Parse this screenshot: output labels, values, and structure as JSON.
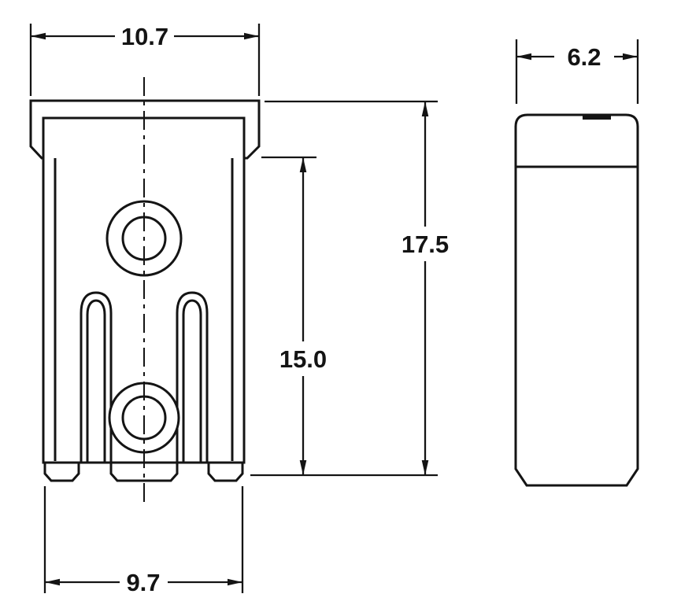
{
  "dimensions": {
    "front_top_width": "10.7",
    "front_bottom_width": "9.7",
    "overall_height": "17.5",
    "body_height": "15.0",
    "side_width": "6.2"
  },
  "colors": {
    "line": "#141414",
    "background": "#ffffff"
  }
}
